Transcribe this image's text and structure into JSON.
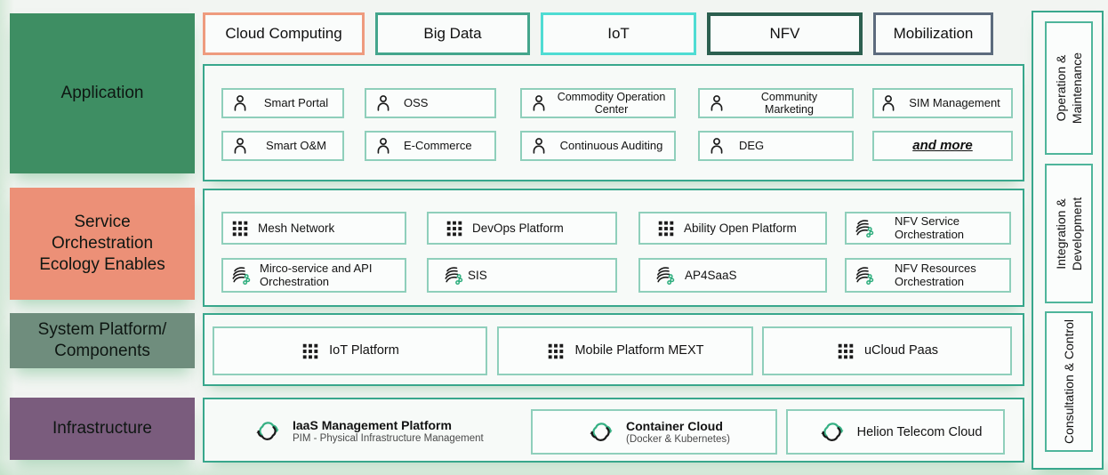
{
  "palette": {
    "panel_border": "#38A78C",
    "item_border": "#8FCFBB",
    "background": "#F2F5F2",
    "accent_green_dot": "#2FAE7E"
  },
  "top_tags": [
    {
      "label": "Cloud Computing",
      "border": "#EE9B7E"
    },
    {
      "label": "Big Data",
      "border": "#44A58C"
    },
    {
      "label": "IoT",
      "border": "#4FDCD3"
    },
    {
      "label": "NFV",
      "border": "#2C5F4F"
    },
    {
      "label": "Mobilization",
      "border": "#5C6B7D"
    }
  ],
  "layers": {
    "application": {
      "label": "Application",
      "color": "#3E8E63",
      "rows": [
        [
          {
            "label": "Smart Portal",
            "icon": "person-icon"
          },
          {
            "label": "OSS",
            "icon": "person-icon"
          },
          {
            "label": "Commodity Operation Center",
            "icon": "person-icon"
          },
          {
            "label": "Community Marketing",
            "icon": "person-icon"
          },
          {
            "label": "SIM Management",
            "icon": "person-icon"
          }
        ],
        [
          {
            "label": "Smart O&M",
            "icon": "person-icon"
          },
          {
            "label": "E-Commerce",
            "icon": "person-icon"
          },
          {
            "label": "Continuous Auditing",
            "icon": "person-icon"
          },
          {
            "label": "DEG",
            "icon": "person-icon"
          },
          {
            "label": "and more",
            "icon": "none"
          }
        ]
      ]
    },
    "service": {
      "label": "Service Orchestration Ecology Enables",
      "color": "#EC9077",
      "rows": [
        [
          {
            "label": "Mesh Network",
            "icon": "grid-icon"
          },
          {
            "label": "DevOps Platform",
            "icon": "grid-icon"
          },
          {
            "label": "Ability Open Platform",
            "icon": "grid-icon"
          },
          {
            "label": "NFV Service Orchestration",
            "icon": "orchestration-icon"
          }
        ],
        [
          {
            "label": "Mirco-service and API Orchestration",
            "icon": "orchestration-icon"
          },
          {
            "label": "SIS",
            "icon": "orchestration-icon"
          },
          {
            "label": "AP4SaaS",
            "icon": "orchestration-icon"
          },
          {
            "label": "NFV Resources Orchestration",
            "icon": "orchestration-icon"
          }
        ]
      ]
    },
    "system": {
      "label": "System Platform/ Components",
      "color": "#6F8D7D",
      "items": [
        {
          "label": "IoT Platform",
          "icon": "grid-icon"
        },
        {
          "label": "Mobile Platform MEXT",
          "icon": "grid-icon"
        },
        {
          "label": "uCloud Paas",
          "icon": "grid-icon"
        }
      ]
    },
    "infrastructure": {
      "label": "Infrastructure",
      "color": "#7A5C7D",
      "items": [
        {
          "title": "IaaS Management Platform",
          "subtitle": "PIM - Physical Infrastructure Management",
          "icon": "cloud-sync-icon"
        },
        {
          "title": "Container Cloud",
          "subtitle": "(Docker & Kubernetes)",
          "icon": "cloud-sync-icon"
        },
        {
          "title": "Helion Telecom Cloud",
          "subtitle": "",
          "icon": "cloud-sync-icon"
        }
      ]
    }
  },
  "sidebar": {
    "items": [
      {
        "label": "Operation & Maintenance"
      },
      {
        "label": "Integration & Development"
      },
      {
        "label": "Consultation & Control"
      }
    ]
  }
}
